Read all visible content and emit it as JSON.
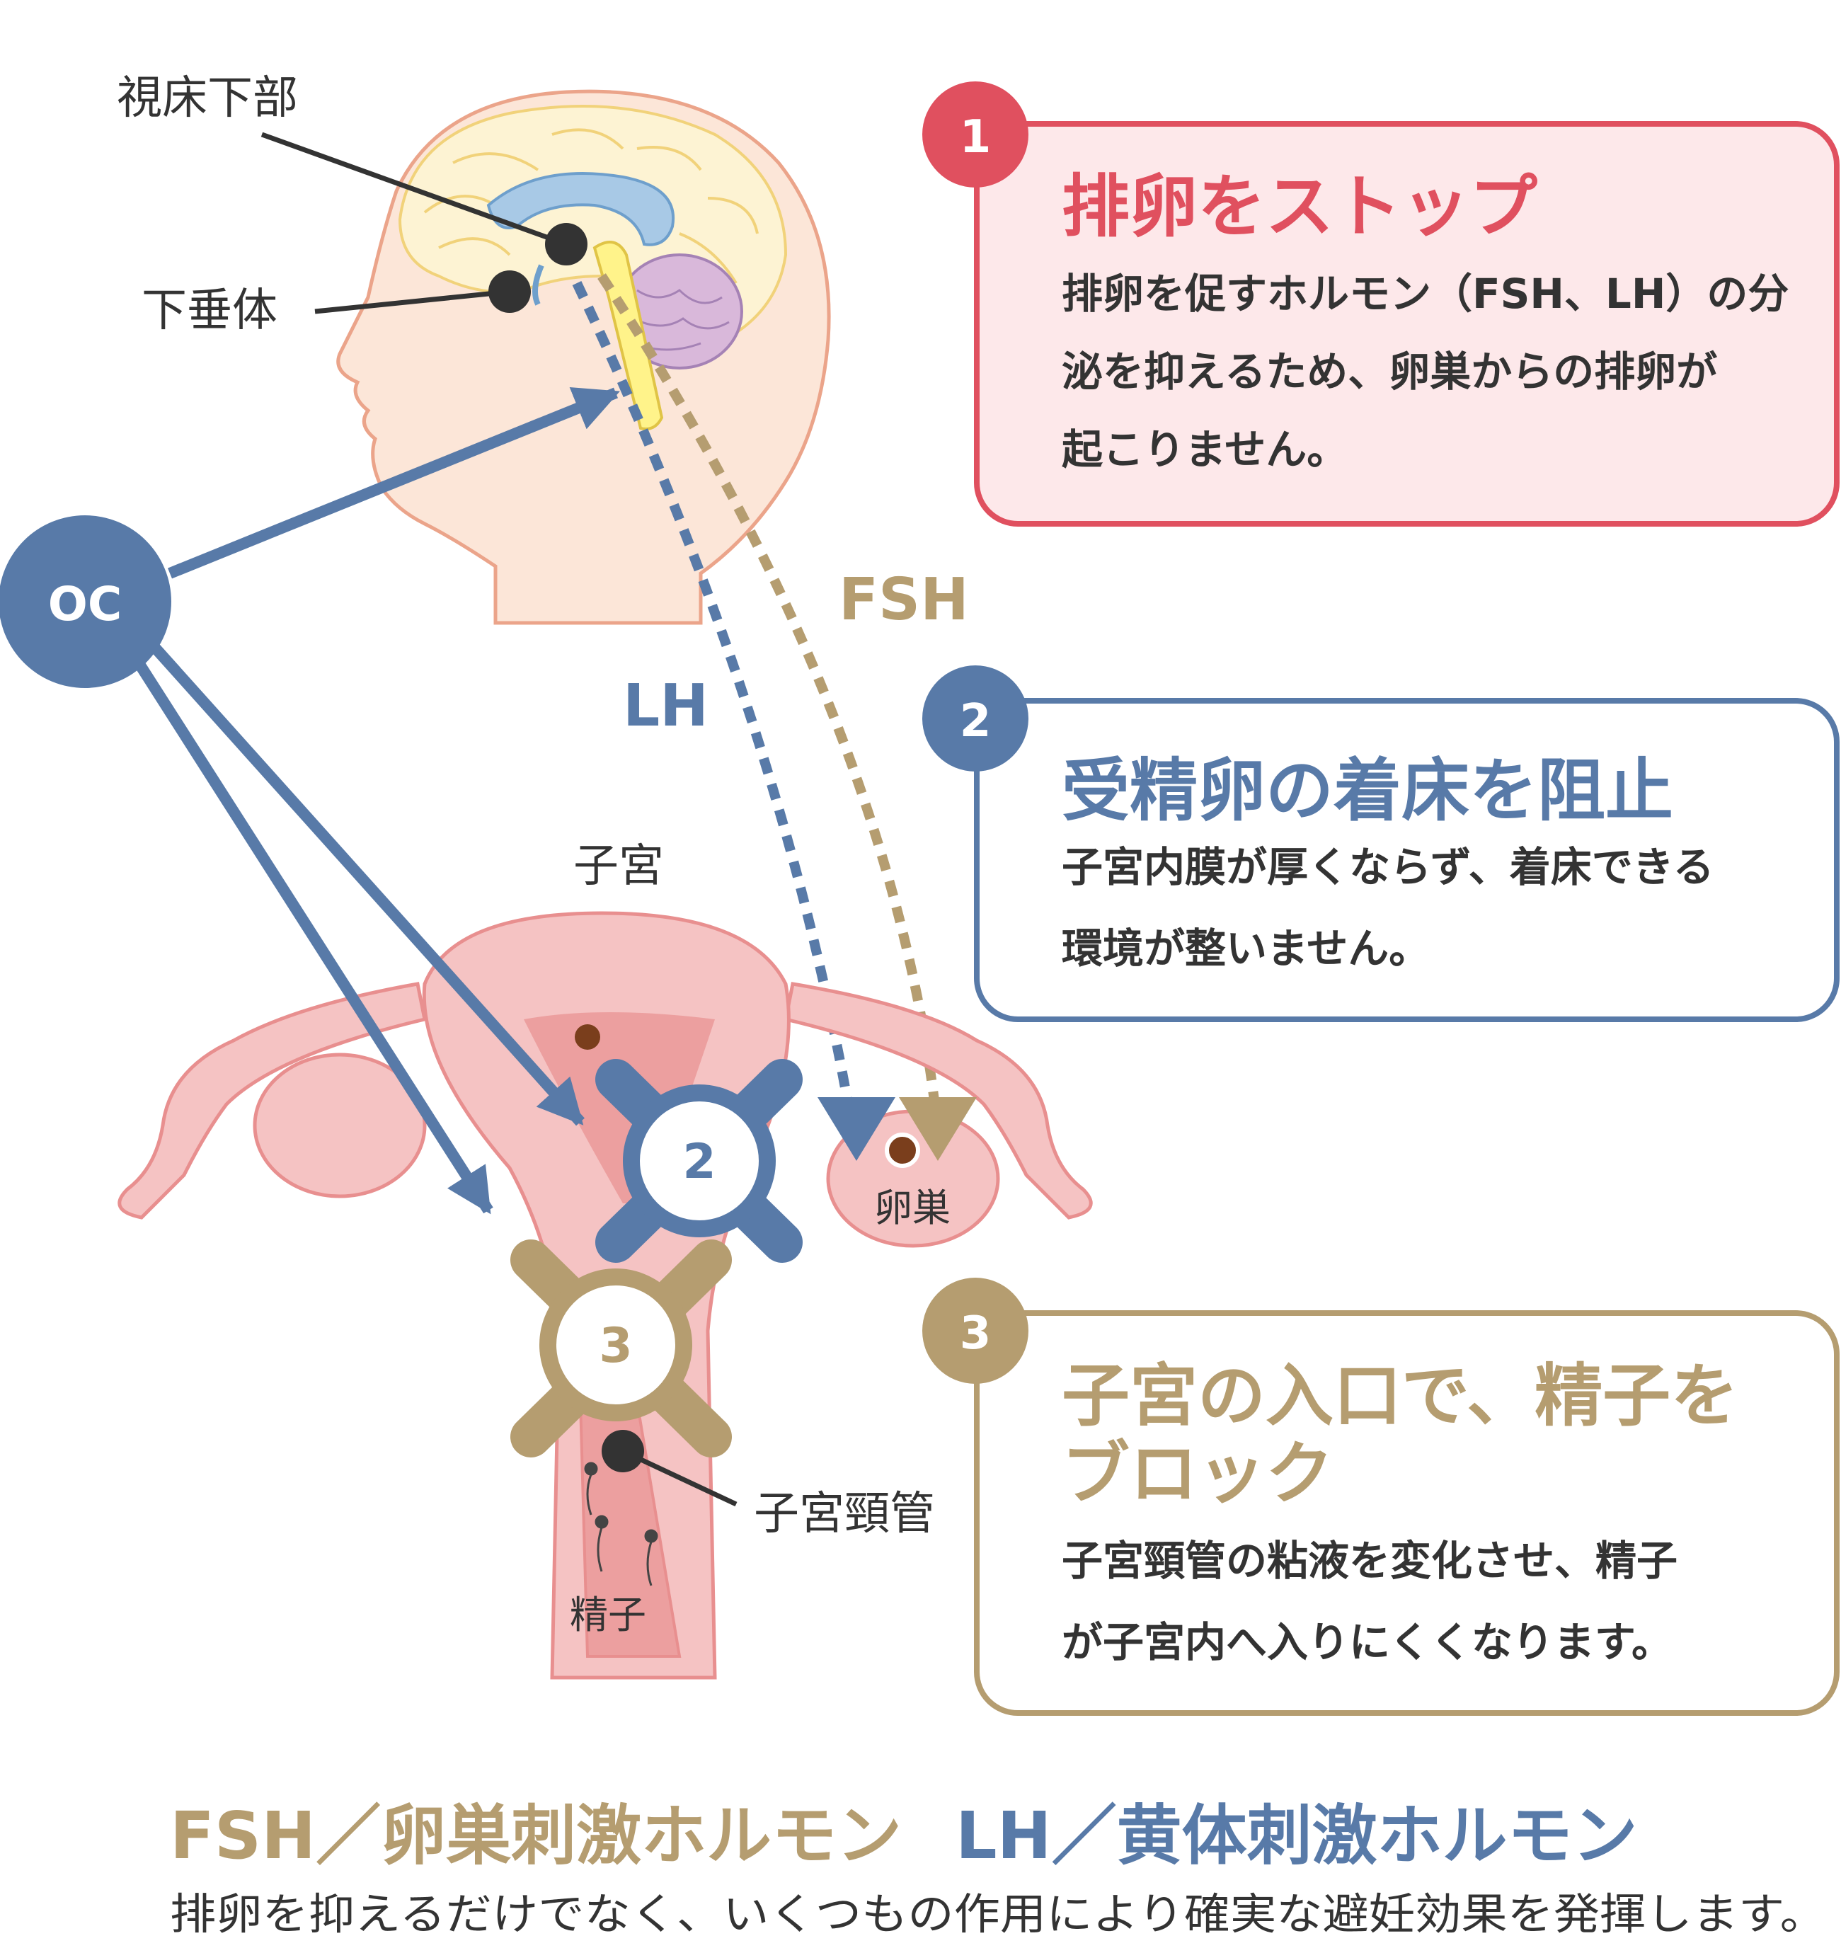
{
  "labels": {
    "hypothalamus": "視床下部",
    "pituitary": "下垂体",
    "oc": "OC",
    "fsh": "FSH",
    "lh": "LH",
    "uterus": "子宮",
    "ovary": "卵巣",
    "cervical_canal": "子宮頸管",
    "sperm": "精子"
  },
  "markers": {
    "one": "1",
    "two": "2",
    "three": "3"
  },
  "boxes": [
    {
      "number": "1",
      "title_lines": [
        "排卵をストップ"
      ],
      "body_lines": [
        "排卵を促すホルモン（FSH、LH）の分",
        "泌を抑えるため、卵巣からの排卵が",
        "起こりません。"
      ]
    },
    {
      "number": "2",
      "title_lines": [
        "受精卵の着床を阻止"
      ],
      "body_lines": [
        "子宮内膜が厚くならず、着床できる",
        "環境が整いません。"
      ]
    },
    {
      "number": "3",
      "title_lines": [
        "子宮の入口で、精子を",
        "ブロック"
      ],
      "body_lines": [
        "子宮頸管の粘液を変化させ、精子",
        "が子宮内へ入りにくくなります。"
      ]
    }
  ],
  "legend": {
    "fsh": "FSH／卵巣刺激ホルモン",
    "lh": "LH／黄体刺激ホルモン"
  },
  "footer": "排卵を抑えるだけでなく、いくつもの作用により確実な避妊効果を発揮します。",
  "colors": {
    "red": "#e0505f",
    "blue": "#587aa8",
    "tan": "#b59d70",
    "skin": "#fce6d8",
    "uterus": "#f5c3c3"
  }
}
